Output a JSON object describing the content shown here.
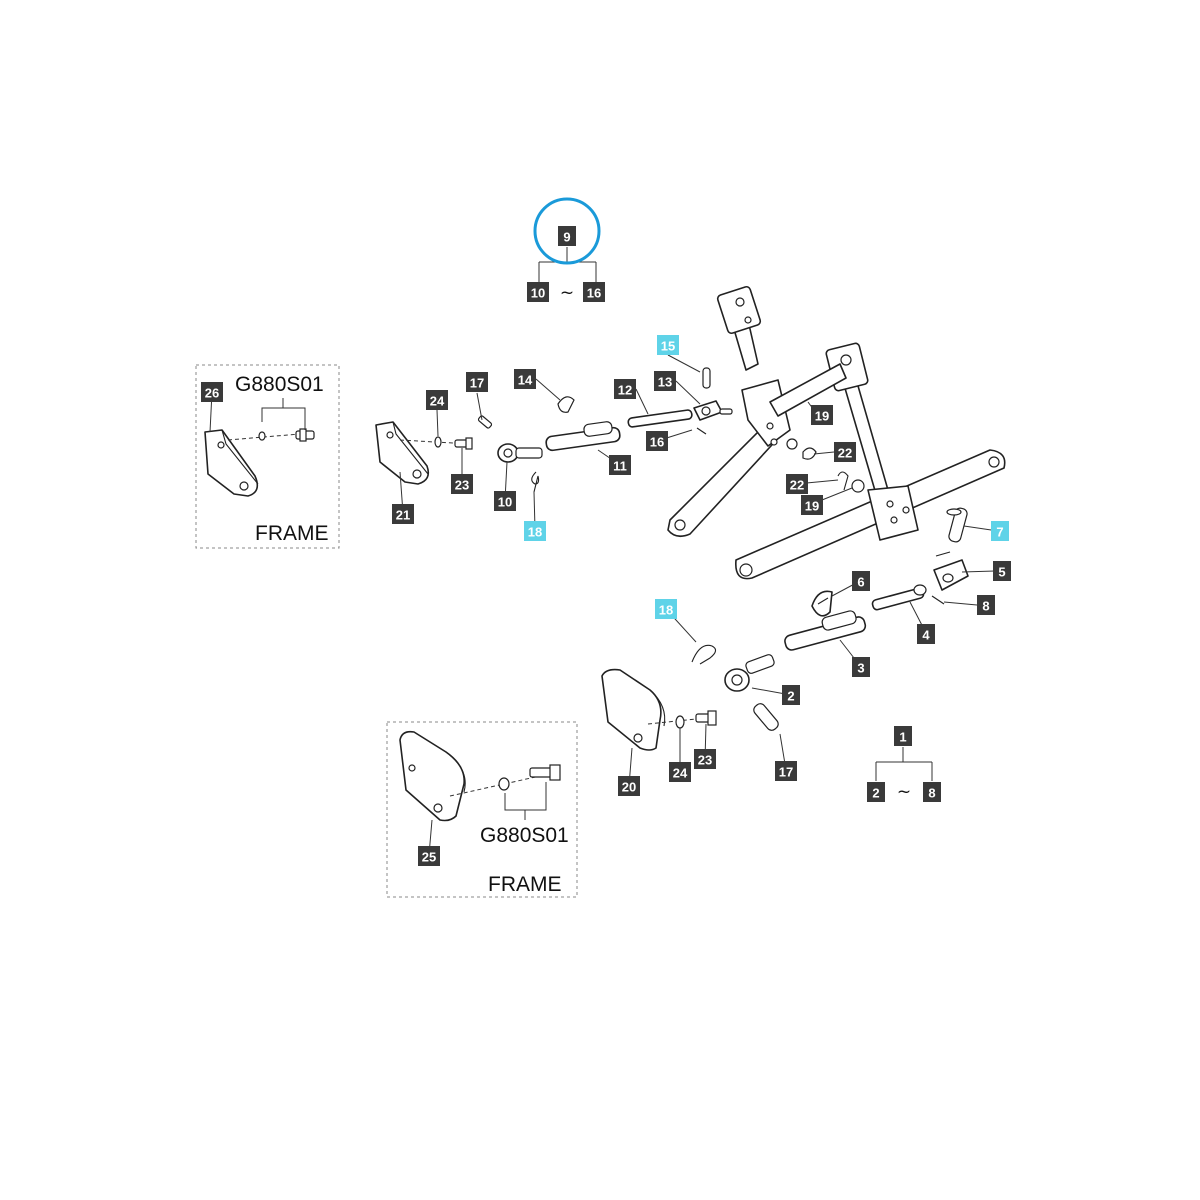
{
  "colors": {
    "badge_default": "#3a3a3a",
    "badge_highlight": "#5fd3e8",
    "badge_text_default": "#ffffff",
    "badge_text_highlight": "#ffffff",
    "highlight_ring": "#1a9ad9"
  },
  "labels": {
    "frame_left": "FRAME",
    "frame_right": "FRAME",
    "code_left": "G880S01",
    "code_right": "G880S01",
    "range_top_separator": "~",
    "range_bottom_separator": "~"
  },
  "callouts": [
    {
      "id": "c9",
      "num": "9",
      "highlight": false,
      "circled": true
    },
    {
      "id": "c10a",
      "num": "10",
      "highlight": false
    },
    {
      "id": "c16a",
      "num": "16",
      "highlight": false
    },
    {
      "id": "c15",
      "num": "15",
      "highlight": true
    },
    {
      "id": "c13",
      "num": "13",
      "highlight": false
    },
    {
      "id": "c12",
      "num": "12",
      "highlight": false
    },
    {
      "id": "c14",
      "num": "14",
      "highlight": false
    },
    {
      "id": "c17a",
      "num": "17",
      "highlight": false
    },
    {
      "id": "c24a",
      "num": "24",
      "highlight": false
    },
    {
      "id": "c26",
      "num": "26",
      "highlight": false
    },
    {
      "id": "c16b",
      "num": "16",
      "highlight": false
    },
    {
      "id": "c11",
      "num": "11",
      "highlight": false
    },
    {
      "id": "c23a",
      "num": "23",
      "highlight": false
    },
    {
      "id": "c10b",
      "num": "10",
      "highlight": false
    },
    {
      "id": "c21",
      "num": "21",
      "highlight": false
    },
    {
      "id": "c18a",
      "num": "18",
      "highlight": true
    },
    {
      "id": "c19a",
      "num": "19",
      "highlight": false
    },
    {
      "id": "c22a",
      "num": "22",
      "highlight": false
    },
    {
      "id": "c22b",
      "num": "22",
      "highlight": false
    },
    {
      "id": "c19b",
      "num": "19",
      "highlight": false
    },
    {
      "id": "c7",
      "num": "7",
      "highlight": true
    },
    {
      "id": "c5",
      "num": "5",
      "highlight": false
    },
    {
      "id": "c6",
      "num": "6",
      "highlight": false
    },
    {
      "id": "c8",
      "num": "8",
      "highlight": false
    },
    {
      "id": "c18b",
      "num": "18",
      "highlight": true
    },
    {
      "id": "c4",
      "num": "4",
      "highlight": false
    },
    {
      "id": "c3",
      "num": "3",
      "highlight": false
    },
    {
      "id": "c2a",
      "num": "2",
      "highlight": false
    },
    {
      "id": "c1",
      "num": "1",
      "highlight": false
    },
    {
      "id": "c23b",
      "num": "23",
      "highlight": false
    },
    {
      "id": "c24b",
      "num": "24",
      "highlight": false
    },
    {
      "id": "c17b",
      "num": "17",
      "highlight": false
    },
    {
      "id": "c20",
      "num": "20",
      "highlight": false
    },
    {
      "id": "c2b",
      "num": "2",
      "highlight": false
    },
    {
      "id": "c8b",
      "num": "8",
      "highlight": false
    },
    {
      "id": "c25",
      "num": "25",
      "highlight": false
    }
  ]
}
